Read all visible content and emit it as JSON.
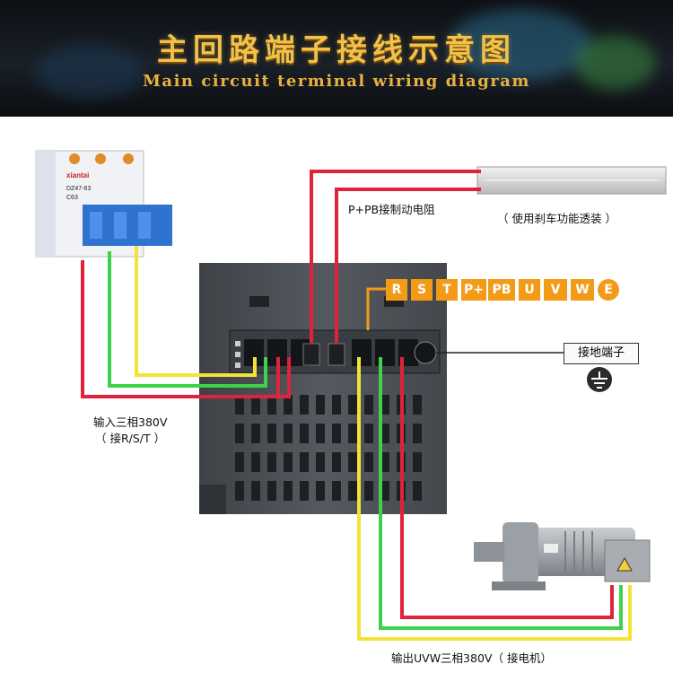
{
  "header": {
    "title": "主回路端子接线示意图",
    "subtitle": "Main circuit terminal wiring diagram"
  },
  "breaker": {
    "brand": "xiantai",
    "model": "DZ47-63",
    "rating": "C63"
  },
  "labels": {
    "brake_resistor": "P+PB接制动电阻",
    "brake_note": "（ 使用刹车功能透装 ）",
    "ground_terminal": "接地端子",
    "input_line1": "输入三相380V",
    "input_line2": "（ 接R/S/T ）",
    "output": "输出UVW三相380V（ 接电机）"
  },
  "terminals": [
    "R",
    "S",
    "T",
    "P+",
    "PB",
    "U",
    "V",
    "W",
    "E"
  ],
  "colors": {
    "red": "#e0223a",
    "green": "#3ed24a",
    "yellow": "#f2e336",
    "orange": "#f39a17",
    "inverter_body": "#4a4e54",
    "accent_title": "#f2c14a"
  }
}
